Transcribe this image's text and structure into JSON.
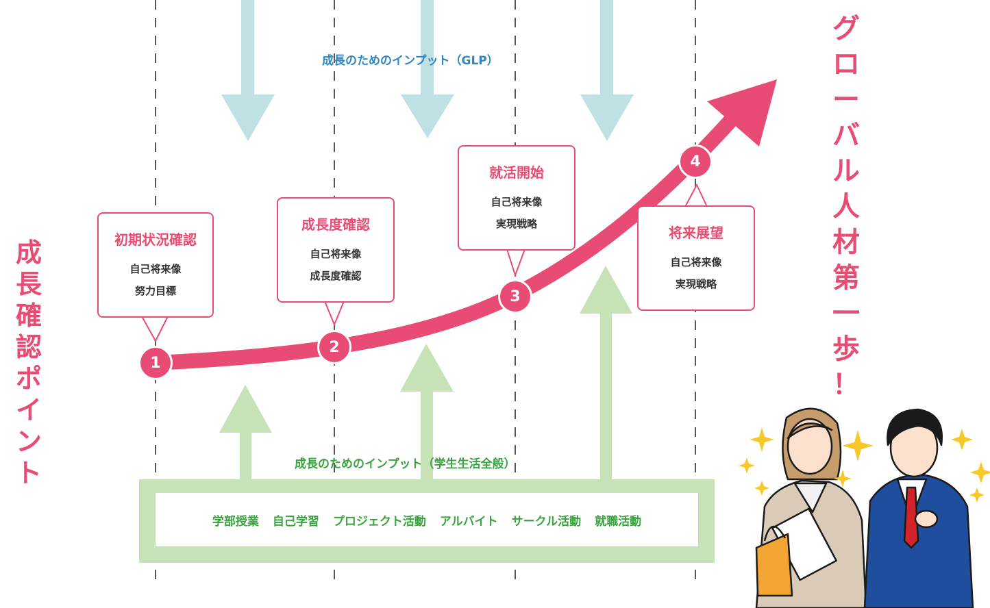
{
  "left_title": [
    "成",
    "長",
    "確",
    "認",
    "ポ",
    "イ",
    "ン",
    "ト"
  ],
  "right_title": [
    "グ",
    "ロ",
    "ー",
    "バ",
    "ル",
    "人",
    "材",
    "第",
    "一",
    "歩",
    "！"
  ],
  "top_input_label": "成長のためのインプット（GLP）",
  "bottom_input_label": "成長のためのインプット（学生生活全般）",
  "activities": [
    "学部授業",
    "自己学習",
    "プロジェクト活動",
    "アルバイト",
    "サークル活動",
    "就職活動"
  ],
  "checkpoints": [
    {
      "number": "1",
      "title": "初期状況確認",
      "lines": [
        "自己将来像",
        "努力目標"
      ]
    },
    {
      "number": "2",
      "title": "成長度確認",
      "lines": [
        "自己将来像",
        "成長度確認"
      ]
    },
    {
      "number": "3",
      "title": "就活開始",
      "lines": [
        "自己将来像",
        "実現戦略"
      ]
    },
    {
      "number": "4",
      "title": "将来展望",
      "lines": [
        "自己将来像",
        "実現戦略"
      ]
    }
  ],
  "colors": {
    "pink": "#e84b73",
    "light_blue": "#bfe1e3",
    "light_green": "#c6e2b6",
    "blue_text": "#2e86c1",
    "green_text": "#39a33f"
  },
  "illustration": "two-students-in-suits-with-sparkles"
}
